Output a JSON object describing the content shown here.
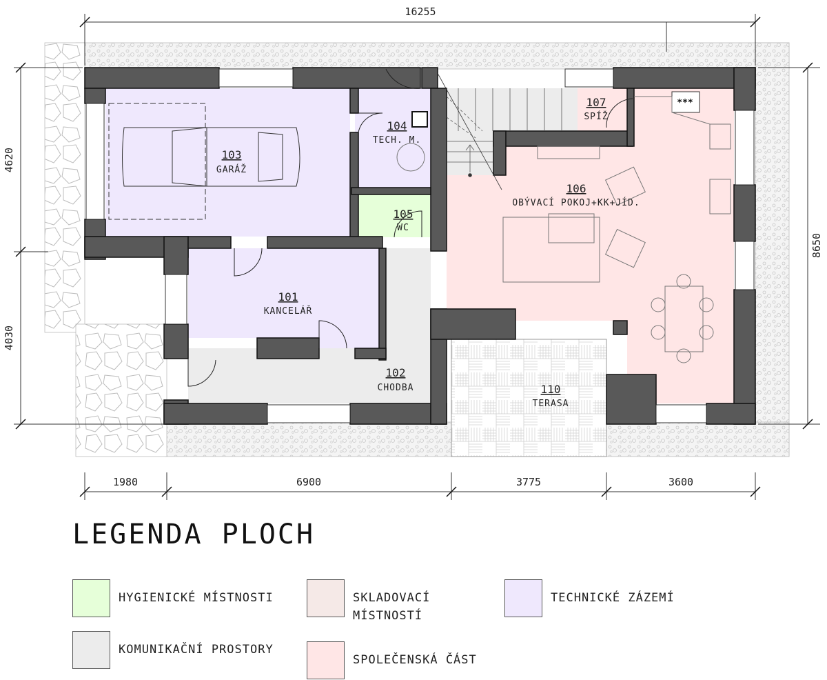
{
  "dimensions": {
    "top_total": "16255",
    "left_top": "4620",
    "left_bottom": "4030",
    "right": "8650",
    "bottom": [
      "1980",
      "6900",
      "3775",
      "3600"
    ]
  },
  "rooms": {
    "r101": {
      "num": "101",
      "name": "KANCELÁŘ"
    },
    "r102": {
      "num": "102",
      "name": "CHODBA"
    },
    "r103": {
      "num": "103",
      "name": "GARÁŽ"
    },
    "r104": {
      "num": "104",
      "name": "TECH. M."
    },
    "r105": {
      "num": "105",
      "name": "WC"
    },
    "r106": {
      "num": "106",
      "name": "OBÝVACÍ POKOJ+KK+JÍD."
    },
    "r107": {
      "num": "107",
      "name": "SPÍŽ"
    },
    "r110": {
      "num": "110",
      "name": "TERASA"
    }
  },
  "fixture_mark": "***",
  "legend": {
    "title": "LEGENDA PLOCH",
    "items": [
      {
        "label": "HYGIENICKÉ MÍSTNOSTI",
        "color": "#e6ffd9"
      },
      {
        "label": "KOMUNIKAČNÍ PROSTORY",
        "color": "#ececec"
      },
      {
        "label": "SKLADOVACÍ MÍSTNOSTÍ",
        "color": "#f5e9e7"
      },
      {
        "label": "SPOLEČENSKÁ ČÁST",
        "color": "#ffe6e6"
      },
      {
        "label": "TECHNICKÉ ZÁZEMÍ",
        "color": "#efe8fd"
      }
    ]
  },
  "colors": {
    "wall": "#595959",
    "hygiene": "#e6ffd9",
    "communication": "#ececec",
    "storage": "#f5e9e7",
    "social": "#ffe6e6",
    "technical": "#efe8fd",
    "paving": "#f2f2f2"
  }
}
